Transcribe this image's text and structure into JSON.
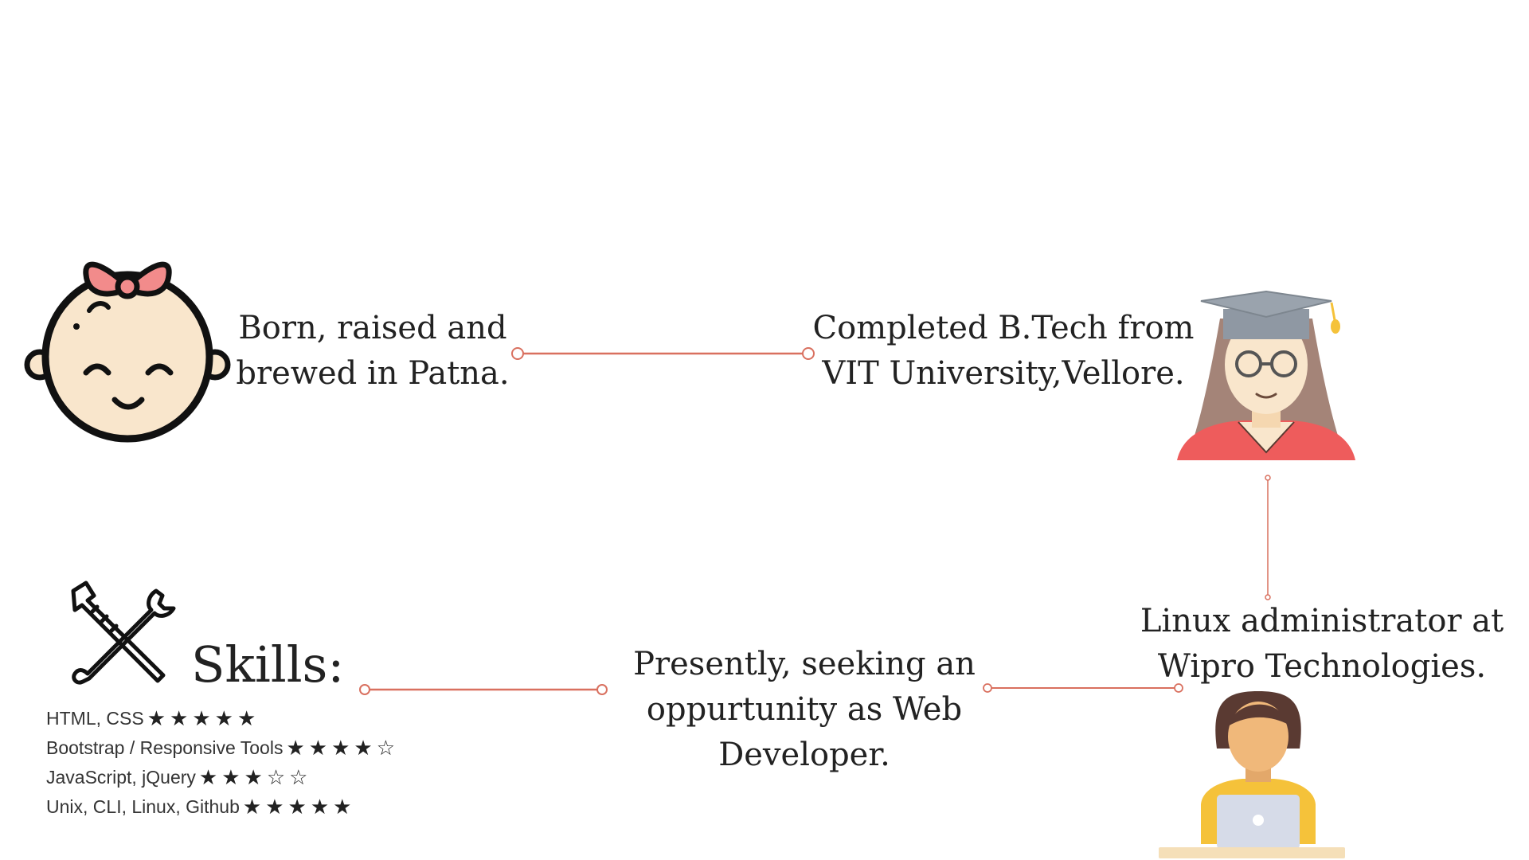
{
  "milestones": {
    "born": {
      "line1": "Born, raised and",
      "line2": "brewed in Patna.",
      "icon": "baby-girl-icon"
    },
    "education": {
      "line1": "Completed B.Tech from",
      "line2": "VIT University,Vellore.",
      "icon": "graduate-woman-icon"
    },
    "job": {
      "line1": "Linux administrator at",
      "line2": "Wipro Technologies.",
      "icon": "woman-at-laptop-icon"
    },
    "seeking": {
      "line1": "Presently, seeking an",
      "line2": "oppurtunity as  Web",
      "line3": "Developer.",
      "icon": "none"
    }
  },
  "skills": {
    "title": "Skills:",
    "icon": "wrench-and-pipe-wrench-icon",
    "items": [
      {
        "name": "HTML, CSS",
        "rating": 5,
        "max": 5
      },
      {
        "name": "Bootstrap / Responsive Tools",
        "rating": 4,
        "max": 5
      },
      {
        "name": "JavaScript, jQuery",
        "rating": 3,
        "max": 5
      },
      {
        "name": "Unix, CLI, Linux, Github",
        "rating": 5,
        "max": 5
      }
    ]
  },
  "colors": {
    "connector": "#d9705f",
    "text": "#222222",
    "bow": "#f28b8b",
    "skin": "#f9e6cc",
    "cap": "#9aa3ad",
    "hair": "#a48478",
    "shirt": "#ee5c5c",
    "sweater": "#f5c23a",
    "laptop": "#d6dbe8",
    "desk": "#f5dfb8",
    "dark_hair": "#5a3a32",
    "face": "#f0b87a"
  }
}
